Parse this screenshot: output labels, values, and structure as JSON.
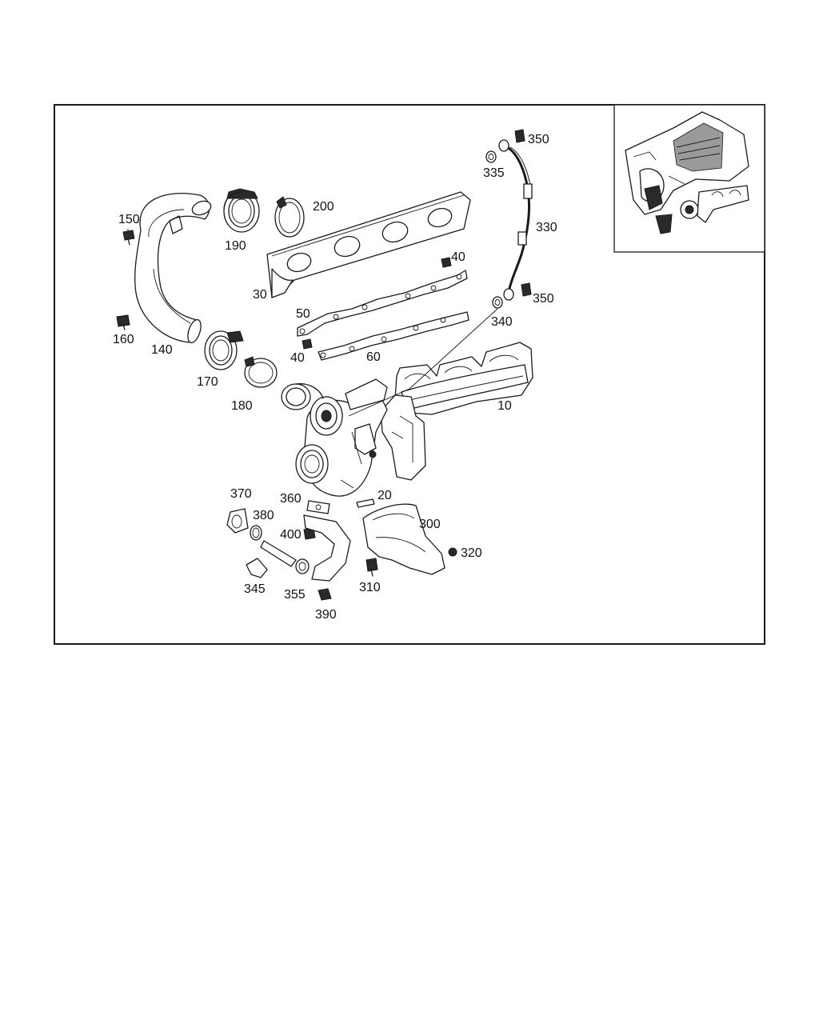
{
  "diagram": {
    "labels": {
      "p10": "10",
      "p20": "20",
      "p30": "30",
      "p40a": "40",
      "p40b": "40",
      "p50": "50",
      "p60": "60",
      "p140": "140",
      "p150": "150",
      "p160": "160",
      "p170": "170",
      "p180": "180",
      "p190": "190",
      "p200": "200",
      "p300": "300",
      "p310": "310",
      "p320": "320",
      "p330": "330",
      "p335": "335",
      "p340": "340",
      "p345": "345",
      "p350a": "350",
      "p350b": "350",
      "p355": "355",
      "p360": "360",
      "p370": "370",
      "p380": "380",
      "p390": "390",
      "p400": "400"
    }
  }
}
